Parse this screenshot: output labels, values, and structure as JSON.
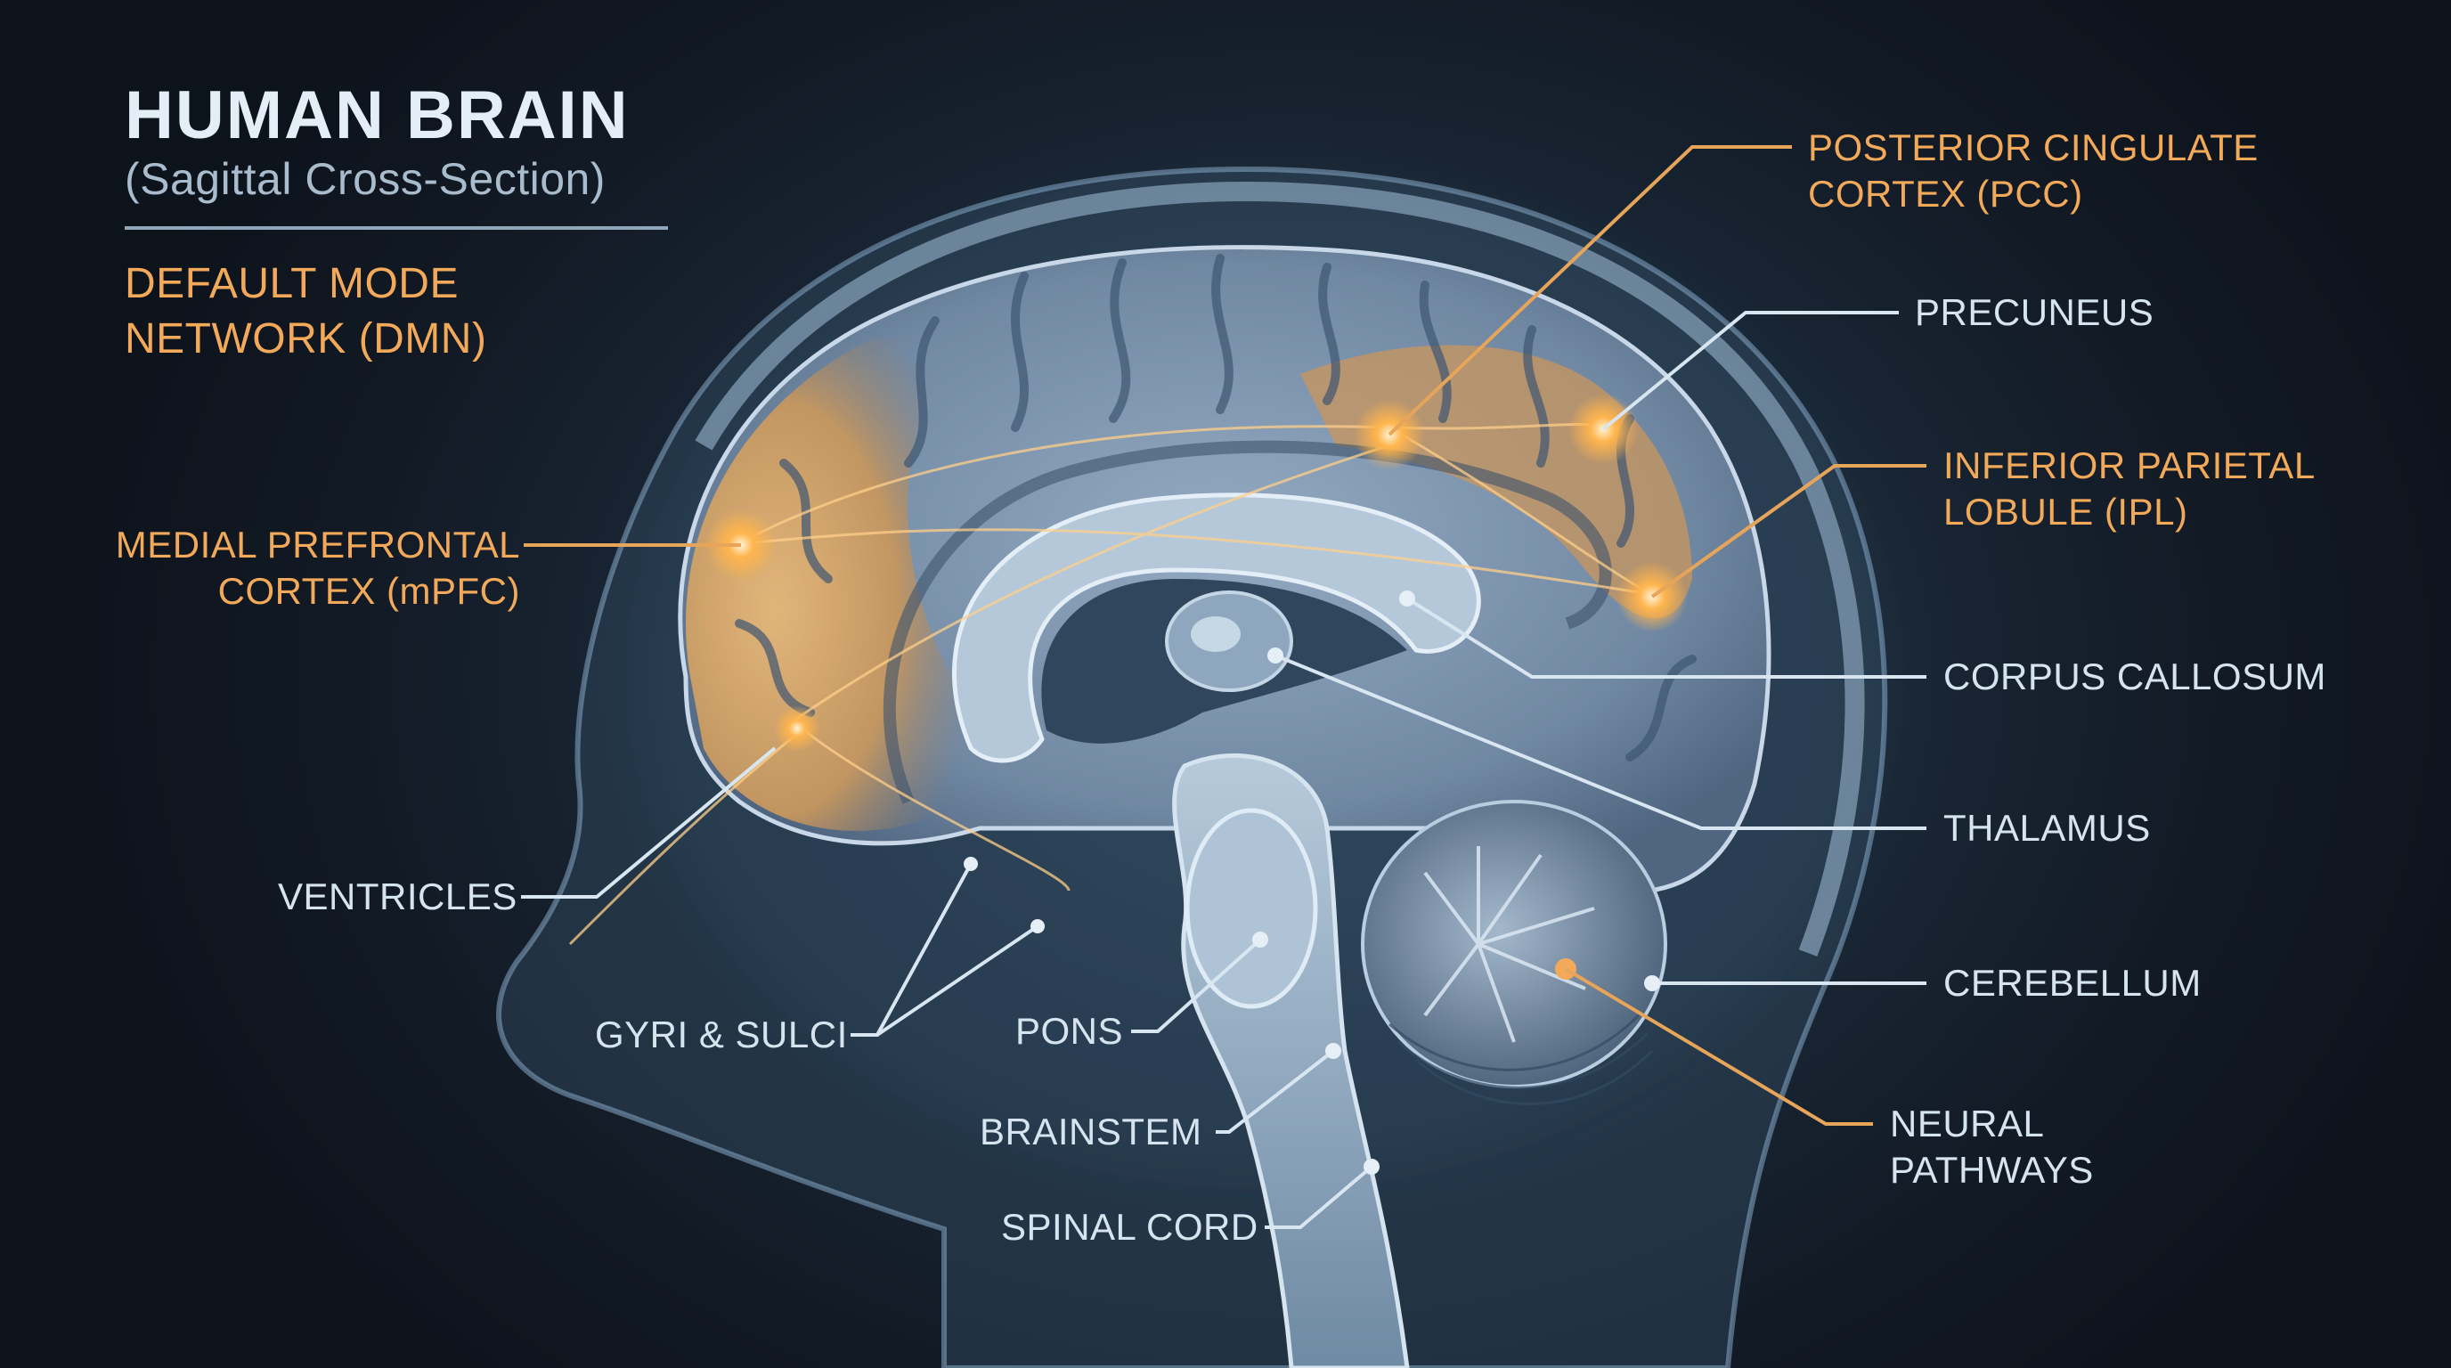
{
  "header": {
    "title": "HUMAN BRAIN",
    "subtitle": "(Sagittal Cross-Section)",
    "network_line1": "DEFAULT MODE",
    "network_line2": "NETWORK (DMN)"
  },
  "colors": {
    "background": "#121a25",
    "dmn_accent": "#f2a95a",
    "label_white": "#d6e4ef",
    "brain_blue": "#7d95b0"
  },
  "labels": {
    "pcc": {
      "line1": "POSTERIOR CINGULATE",
      "line2": "CORTEX (PCC)",
      "dmn": true
    },
    "precuneus": {
      "line1": "PRECUNEUS",
      "dmn": false
    },
    "ipl": {
      "line1": "INFERIOR PARIETAL",
      "line2": "LOBULE (IPL)",
      "dmn": true
    },
    "corpus_callosum": {
      "line1": "CORPUS CALLOSUM",
      "dmn": false
    },
    "thalamus": {
      "line1": "THALAMUS",
      "dmn": false
    },
    "cerebellum": {
      "line1": "CEREBELLUM",
      "dmn": false
    },
    "neural_pathways": {
      "line1": "NEURAL",
      "line2": "PATHWAYS",
      "dmn": false
    },
    "mpfc": {
      "line1": "MEDIAL PREFRONTAL",
      "line2": "CORTEX (mPFC)",
      "dmn": true
    },
    "ventricles": {
      "line1": "VENTRICLES",
      "dmn": false
    },
    "gyri_sulci": {
      "line1": "GYRI & SULCI",
      "dmn": false
    },
    "pons": {
      "line1": "PONS",
      "dmn": false
    },
    "brainstem": {
      "line1": "BRAINSTEM",
      "dmn": false
    },
    "spinal_cord": {
      "line1": "SPINAL CORD",
      "dmn": false
    }
  }
}
